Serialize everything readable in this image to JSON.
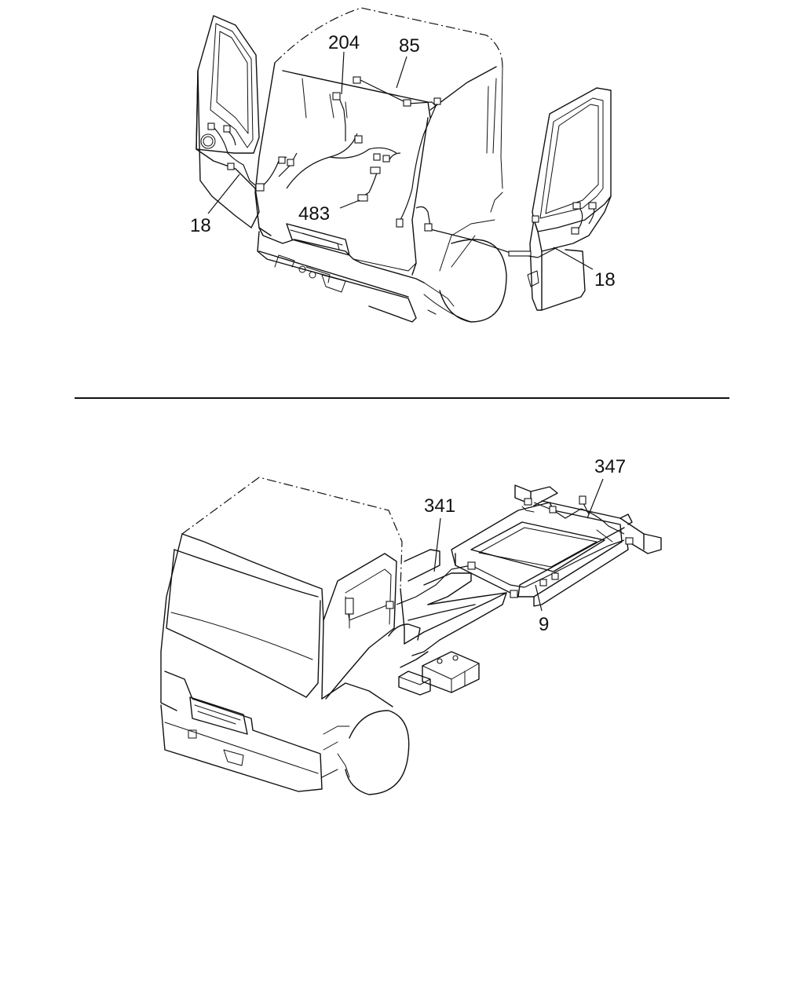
{
  "callouts": {
    "top": [
      "204",
      "85",
      "18",
      "483",
      "18"
    ],
    "bottom": [
      "347",
      "341",
      "9"
    ]
  },
  "colors": {
    "ink": "#111111",
    "background": "#ffffff"
  }
}
